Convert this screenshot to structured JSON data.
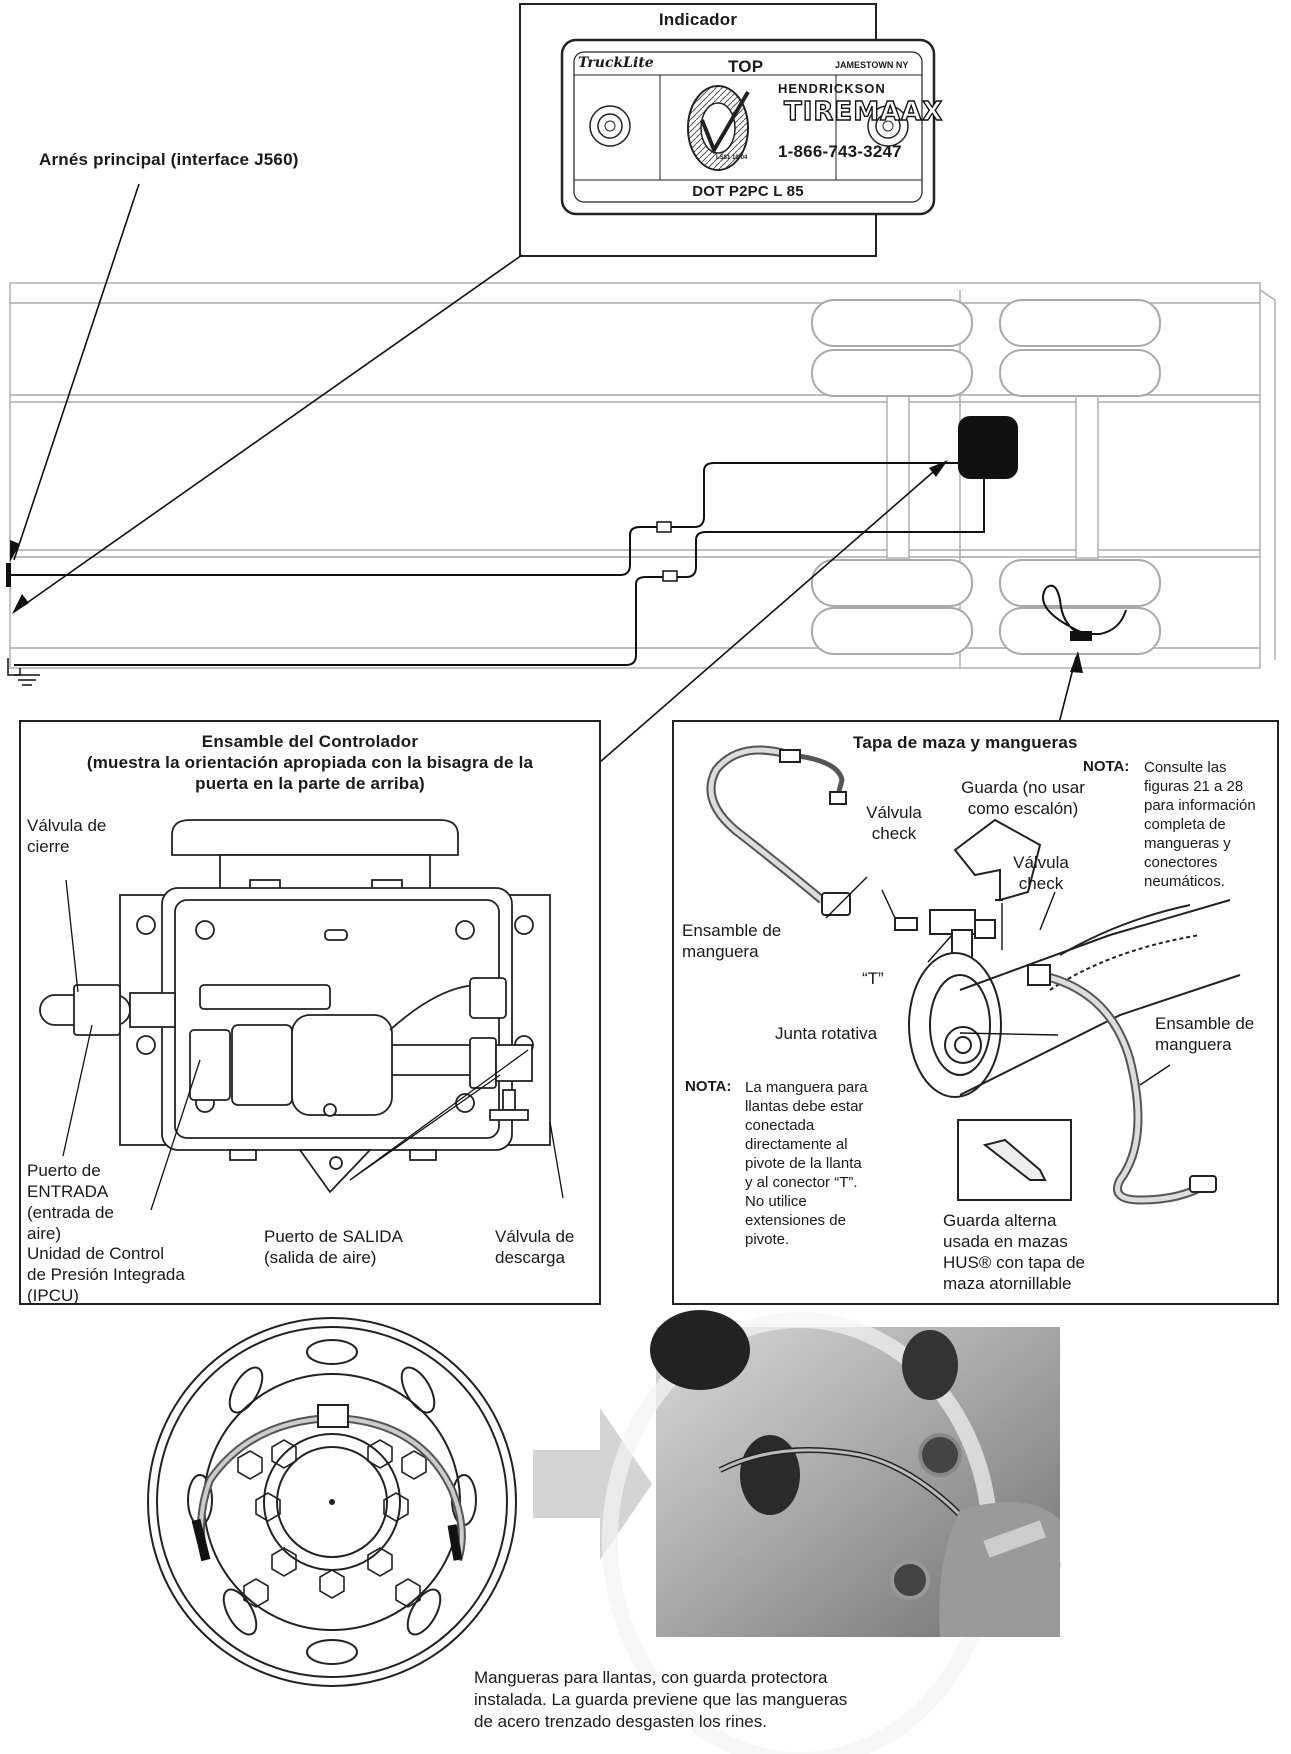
{
  "indicator": {
    "title": "Indicador",
    "brand": "TruckLite",
    "top": "TOP",
    "city": "JAMESTOWN NY",
    "maker": "HENDRICKSON",
    "product": "TIREMAAX",
    "phone": "1-866-743-3247",
    "small_code": "LS81 10-04",
    "dot": "DOT P2PC L  85"
  },
  "main_harness_label": "Arnés principal (interface J560)",
  "controller": {
    "title_lines": [
      "Ensamble del Controlador",
      "(muestra la orientación apropiada con la bisagra de la",
      "puerta en la parte de arriba)"
    ],
    "shutoff_valve": [
      "Válvula de",
      "cierre"
    ],
    "inlet_port": [
      "Puerto de",
      "ENTRADA",
      "(entrada de",
      "aire)"
    ],
    "ipcu": [
      "Unidad de Control",
      "de Presión Integrada",
      "(IPCU)"
    ],
    "outlet_port": [
      "Puerto de SALIDA",
      "(salida de aire)"
    ],
    "relief_valve": [
      "Válvula de",
      "descarga"
    ]
  },
  "hubcap": {
    "title": "Tapa de maza y mangueras",
    "note_label": "NOTA:",
    "note_text": [
      "Consulte las",
      "figuras 21 a 28",
      "para información",
      "completa de",
      "mangueras y",
      "conectores",
      "neumáticos."
    ],
    "guard": [
      "Guarda (no usar",
      "como escalón)"
    ],
    "check_valve_left": [
      "Válvula",
      "check"
    ],
    "check_valve_right": [
      "Válvula",
      "check"
    ],
    "hose_assembly_left": [
      "Ensamble de",
      "manguera"
    ],
    "tee": "“T”",
    "rotary_joint": "Junta rotativa",
    "hose_assembly_right": [
      "Ensamble de",
      "manguera"
    ],
    "note2_label": "NOTA:",
    "note2_text": [
      "La manguera para",
      "llantas debe estar",
      "conectada",
      "directamente al",
      "pivote de la llanta",
      "y al conector “T”.",
      "No utilice",
      "extensiones de",
      "pivote."
    ],
    "alt_guard": [
      "Guarda alterna",
      "usada en mazas",
      "HUS® con tapa de",
      "maza atornillable"
    ]
  },
  "bottom_caption": [
    "Mangueras para llantas, con guarda protectora",
    "instalada. La guarda previene que las mangueras",
    "de acero trenzado desgasten los rines."
  ]
}
